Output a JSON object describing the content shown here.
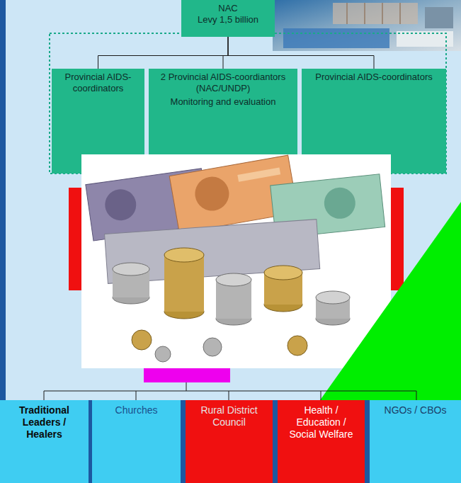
{
  "diagram": {
    "nodes": [
      {
        "text": [
          "NAC",
          "Levy 1,5 billion"
        ]
      },
      {
        "text": [
          "Provincial AIDS-coordinators"
        ]
      },
      {
        "text": [
          "2 Provincial AIDS-coordiantors (NAC/UNDP)",
          "Monitoring and evaluation"
        ]
      },
      {
        "text": [
          "Provincial AIDS-coordinators"
        ]
      },
      {
        "text": [
          "Traditional Leaders / Healers"
        ]
      },
      {
        "text": [
          "Churches"
        ]
      },
      {
        "text": [
          "Rural District Council"
        ]
      },
      {
        "text": [
          "Health / Education / Social Welfare"
        ]
      },
      {
        "text": [
          "NGOs / CBOs"
        ]
      }
    ],
    "edges": [
      {
        "from": 0,
        "to": 1,
        "arrow": "none"
      },
      {
        "from": 0,
        "to": 2,
        "arrow": "none"
      },
      {
        "from": 0,
        "to": 3,
        "arrow": "none"
      }
    ]
  }
}
